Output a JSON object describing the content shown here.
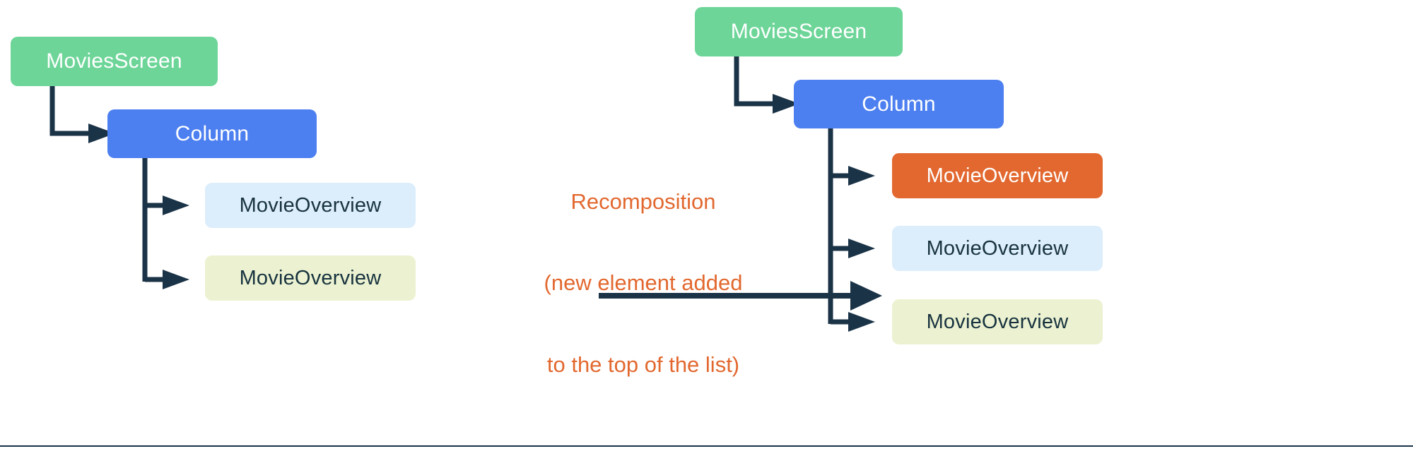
{
  "diagram": {
    "title": "Compose recomposition of a list without keys",
    "colors": {
      "green": "#6DD598",
      "blue": "#4C7FF0",
      "light_blue": "#DCEDFB",
      "light_yellow": "#ECF2D1",
      "orange": "#E2682F",
      "arrow": "#1B3347",
      "caption": "#E2682F",
      "dark_text": "#18333F",
      "white_text": "#FFFFFF",
      "rule": "#1B3347",
      "background": "#FFFFFF"
    },
    "left": {
      "nodes": [
        {
          "id": "movies-screen",
          "label": "MoviesScreen",
          "fill": "green",
          "text": "white"
        },
        {
          "id": "column",
          "label": "Column",
          "fill": "blue",
          "text": "white"
        },
        {
          "id": "movie-overview-1",
          "label": "MovieOverview",
          "fill": "light_blue",
          "text": "dark"
        },
        {
          "id": "movie-overview-2",
          "label": "MovieOverview",
          "fill": "light_yellow",
          "text": "dark"
        }
      ]
    },
    "center": {
      "caption_lines": [
        "Recomposition",
        "(new element added",
        "to the top of the list)"
      ],
      "arrow_name": "recomposition-arrow"
    },
    "right": {
      "nodes": [
        {
          "id": "movies-screen",
          "label": "MoviesScreen",
          "fill": "green",
          "text": "white"
        },
        {
          "id": "column",
          "label": "Column",
          "fill": "blue",
          "text": "white"
        },
        {
          "id": "movie-overview-new",
          "label": "MovieOverview",
          "fill": "orange",
          "text": "white"
        },
        {
          "id": "movie-overview-1",
          "label": "MovieOverview",
          "fill": "light_blue",
          "text": "dark"
        },
        {
          "id": "movie-overview-2",
          "label": "MovieOverview",
          "fill": "light_yellow",
          "text": "dark"
        }
      ]
    }
  }
}
